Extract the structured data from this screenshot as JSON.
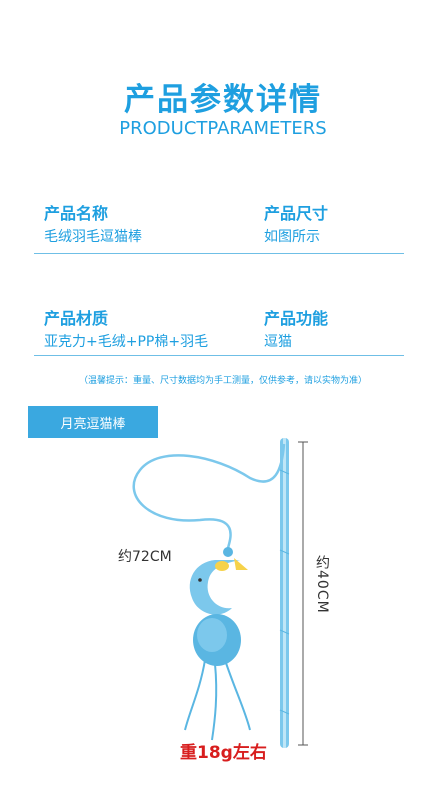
{
  "header": {
    "title": "产品参数详情",
    "subtitle": "PRODUCTPARAMETERS"
  },
  "params": [
    {
      "label": "产品名称",
      "value": "毛绒羽毛逗猫棒"
    },
    {
      "label": "产品尺寸",
      "value": "如图所示"
    },
    {
      "label": "产品材质",
      "value": "亚克力+毛绒+PP棉+羽毛"
    },
    {
      "label": "产品功能",
      "value": "逗猫"
    }
  ],
  "note": "（温馨提示：重量、尺寸数据均为手工测量，仅供参考，请以实物为准）",
  "product": {
    "tag": "月亮逗猫棒",
    "length_string": "约72CM",
    "length_stick": "约40CM",
    "weight": "重18g左右"
  },
  "colors": {
    "accent": "#1e9fe0",
    "tag_bg": "#3aa8e0",
    "toy": "#7cc8ec",
    "weight_red": "#d81e1e"
  }
}
